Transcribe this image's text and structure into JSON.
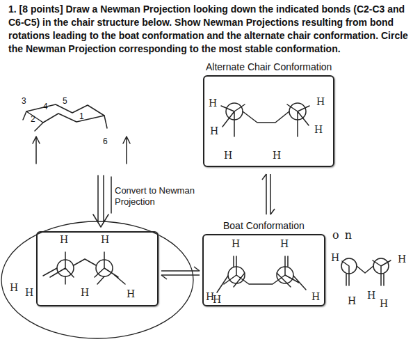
{
  "diagram": {
    "title": "1. [8 points] Draw a Newman Projection looking down the indicated bonds (C2-C3 and C6-C5) in the chair structure below. Show Newman Projections resulting from bond rotations leading to the boat conformation and the alternate chair conformation. Circle the Newman Projection corresponding to the most stable conformation.",
    "nodes": [
      {
        "text": [
          "Alternate Chair Conformation",
          "H",
          "H",
          "H",
          "H",
          "H",
          "H"
        ]
      },
      {
        "text": [
          "H",
          "H",
          "H",
          "H",
          "H",
          "H"
        ]
      },
      {
        "text": [
          "Boat Conformation",
          "H",
          "H",
          "H",
          "H",
          "H"
        ]
      }
    ],
    "edges": [
      {
        "from": 1,
        "to": 2,
        "arrow": "both"
      },
      {
        "from": 0,
        "to": 2,
        "arrow": "both"
      }
    ],
    "labels": [
      "3",
      "4",
      "5",
      "2",
      "1",
      "6",
      "Convert to Newman Projection",
      "on",
      "H",
      "H",
      "H",
      "H",
      "H"
    ]
  }
}
